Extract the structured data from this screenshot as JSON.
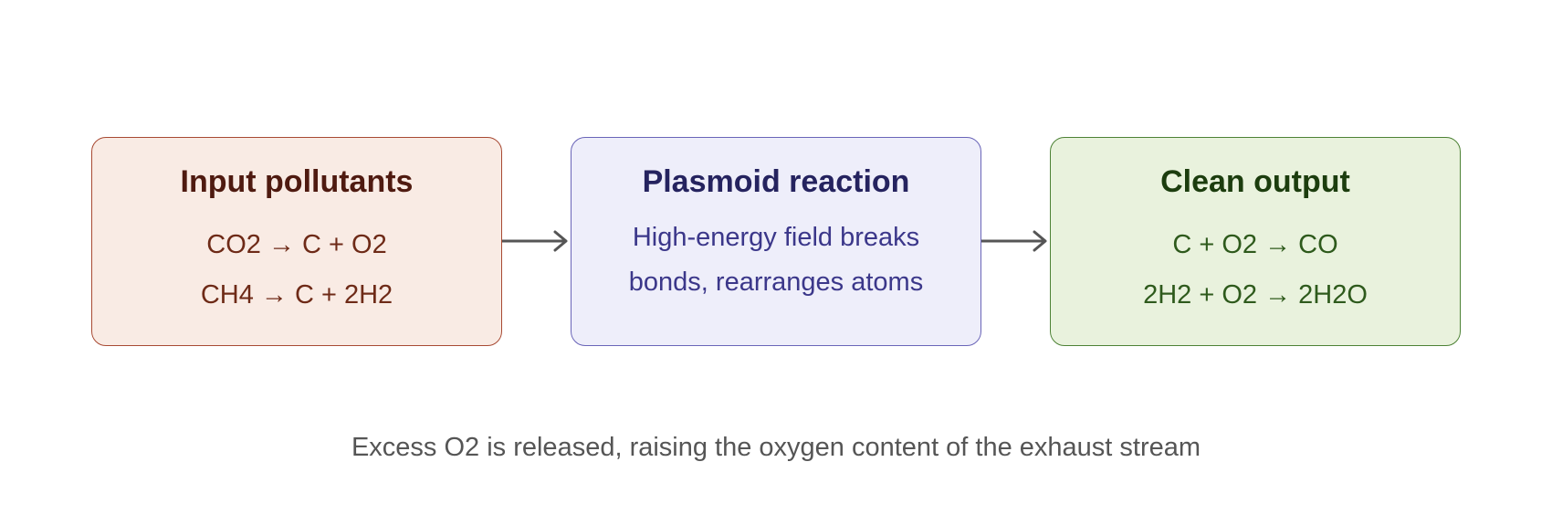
{
  "nodes": {
    "input": {
      "title": "Input pollutants",
      "lines": [
        "CO2 → C + O2",
        "CH4 → C + 2H2"
      ],
      "border_color": "#a84a33",
      "fill_color": "#f9ebe4"
    },
    "reaction": {
      "title": "Plasmoid reaction",
      "lines": [
        "High-energy field breaks",
        "bonds, rearranges atoms"
      ],
      "border_color": "#6a65b8",
      "fill_color": "#eeeefa"
    },
    "output": {
      "title": "Clean output",
      "lines": [
        "C + O2 → CO",
        "2H2 + O2 → 2H2O"
      ],
      "border_color": "#4d8235",
      "fill_color": "#e9f2dd"
    }
  },
  "edges": [
    {
      "from": "input",
      "to": "reaction"
    },
    {
      "from": "reaction",
      "to": "output"
    }
  ],
  "arrow_color": "#555555",
  "caption": "Excess O2 is released, raising the oxygen content of the exhaust stream"
}
